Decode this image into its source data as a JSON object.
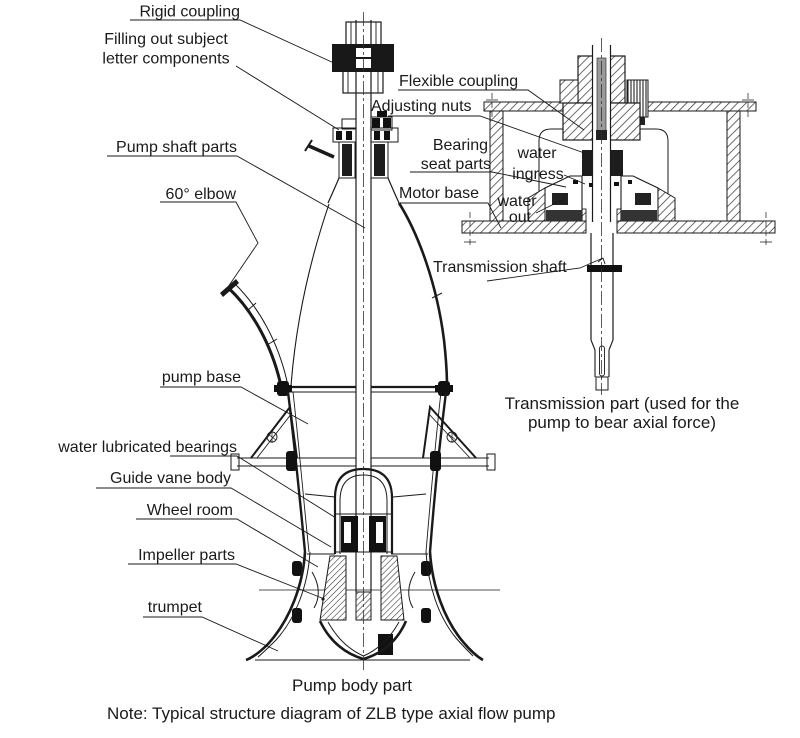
{
  "page": {
    "background": "#ffffff",
    "ink_color": "#1a1a1a"
  },
  "figure": {
    "note": "Note: Typical structure diagram of ZLB type axial flow pump",
    "sub_caption_lines": [
      "Transmission part (used for the",
      "pump to bear axial force)"
    ],
    "labels": {
      "rigid_coupling": "Rigid coupling",
      "stuffing_box_lines": [
        "Filling out subject",
        "letter components"
      ],
      "pump_shaft_parts": "Pump shaft parts",
      "elbow_60": "60° elbow",
      "flexible_coupling": "Flexible coupling",
      "adjusting_nuts": "Adjusting nuts",
      "bearing_seat_lines": [
        "Bearing",
        "seat parts"
      ],
      "water_ingress_lines": [
        "water",
        "ingress"
      ],
      "motor_base": "Motor base",
      "water_out_lines": [
        "water",
        "out"
      ],
      "transmission_shaft": "Transmission shaft",
      "pump_base": "pump base",
      "water_lubricated_bearings": "water lubricated bearings",
      "guide_vane_body": "Guide vane body",
      "wheel_room": "Wheel room",
      "impeller_parts": "Impeller parts",
      "trumpet": "trumpet",
      "pump_body_part": "Pump body part"
    }
  }
}
